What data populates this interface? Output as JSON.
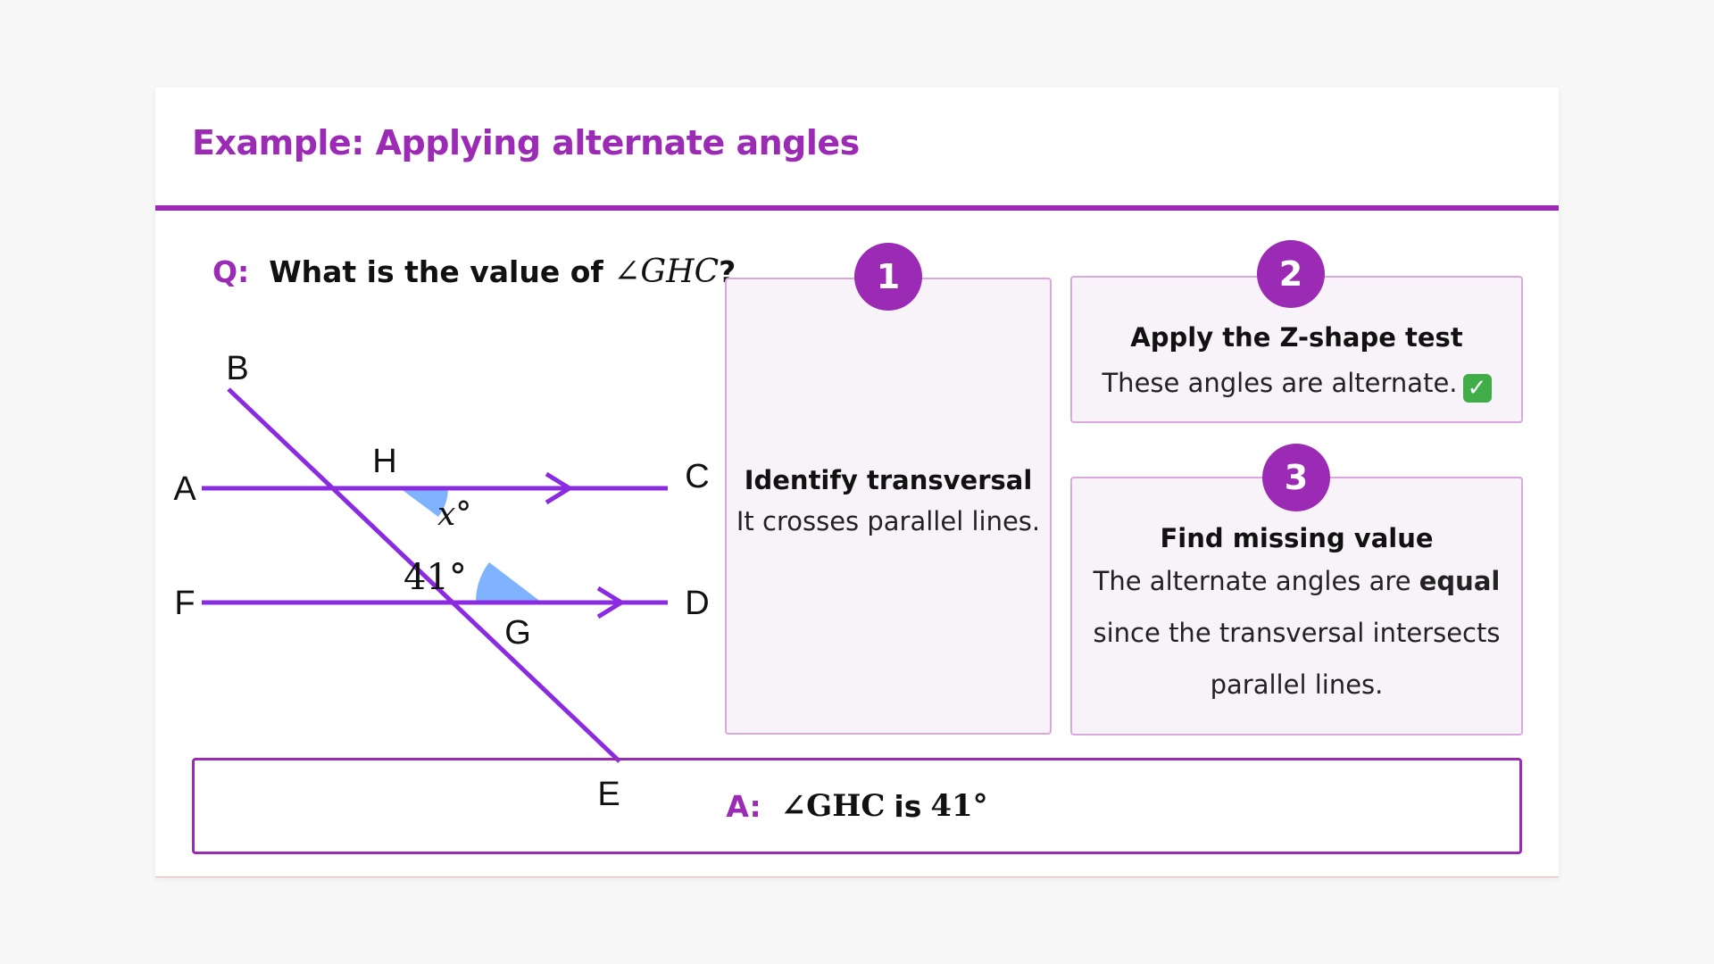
{
  "slide": {
    "title": "Example: Applying alternate angles",
    "question": {
      "tag": "Q:",
      "text": "What is the value of",
      "math": "∠GHC",
      "end": "?"
    },
    "diagram": {
      "points": {
        "A": "A",
        "B": "B",
        "C": "C",
        "D": "D",
        "E": "E",
        "F": "F",
        "G": "G",
        "H": "H"
      },
      "angle_unknown": "x°",
      "angle_known": "41°"
    },
    "steps": [
      {
        "number": "1",
        "heading": "Identify transversal",
        "body": "It crosses parallel lines."
      },
      {
        "number": "2",
        "heading": "Apply the Z-shape test",
        "body": "These angles are alternate.",
        "icon": "check-mark-icon"
      },
      {
        "number": "3",
        "heading": "Find missing value",
        "body_pre": "The alternate angles are",
        "body_bold": "equal",
        "body_post": "since the transversal intersects parallel lines."
      }
    ],
    "answer": {
      "tag": "A:",
      "math": "∠GHC",
      "text": "is",
      "value": "41°"
    },
    "colors": {
      "accent": "#9b2bb5",
      "line": "#8a2be2",
      "angle_fill": "#7fb3ff",
      "card_bg": "#f8f2f9",
      "card_border": "#d9a8dd",
      "check": "#3fae49"
    }
  }
}
